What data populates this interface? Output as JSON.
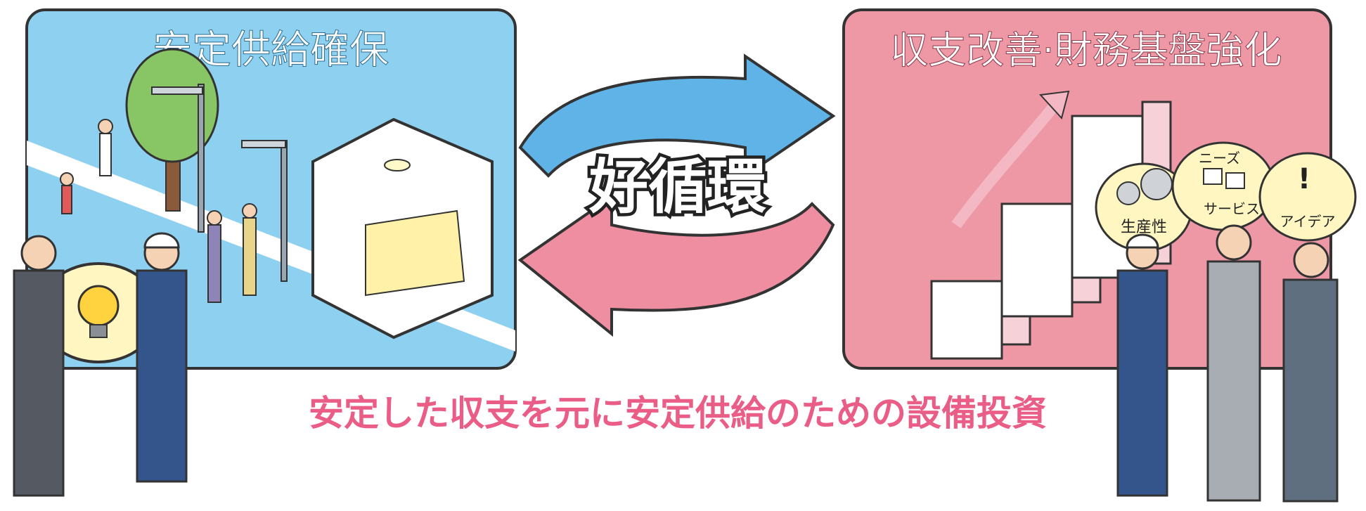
{
  "left_panel": {
    "title": "安定供給確保"
  },
  "right_panel": {
    "title": "収支改善·財務基盤強化",
    "bubbles": [
      "生産性",
      "ニーズ",
      "サービス",
      "アイデア",
      "!"
    ]
  },
  "center": {
    "label": "好循環"
  },
  "caption": "安定した収支を元に安定供給のための設備投資",
  "colors": {
    "left_panel_bg": "#8ed0f0",
    "right_panel_bg": "#ee98a6",
    "arrow_blue": "#5fb3e6",
    "arrow_pink": "#ee8ea0",
    "caption_fill": "#ea5d86",
    "outline": "#333333"
  }
}
